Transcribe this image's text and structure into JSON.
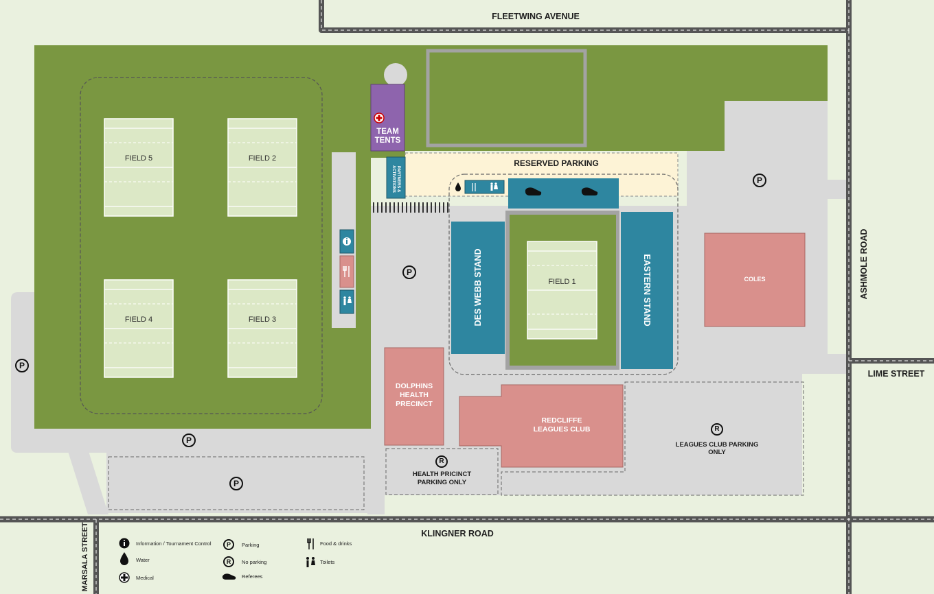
{
  "streets": {
    "north": "FLEETWING AVENUE",
    "east": "ASHMOLE ROAD",
    "lime": "LIME STREET",
    "south": "KLINGNER ROAD",
    "west": "MARSALA STREET"
  },
  "fields": {
    "f1": "FIELD 1",
    "f2": "FIELD 2",
    "f3": "FIELD 3",
    "f4": "FIELD 4",
    "f5": "FIELD 5"
  },
  "areas": {
    "team_tents": "TEAM TENTS",
    "partners": "PARTNERS & ACTIVATIONS",
    "reserved_parking": "RESERVED PARKING",
    "des_webb": "DES WEBB STAND",
    "eastern": "EASTERN STAND",
    "coles": "COLES",
    "dolphins_1": "DOLPHINS",
    "dolphins_2": "HEALTH",
    "dolphins_3": "PRECINCT",
    "leagues_1": "REDCLIFFE",
    "leagues_2": "LEAGUES CLUB",
    "health_parking_1": "HEALTH PRICINCT",
    "health_parking_2": "PARKING ONLY",
    "leagues_parking_1": "LEAGUES CLUB PARKING",
    "leagues_parking_2": "ONLY"
  },
  "marks": {
    "parking": "P",
    "no_parking": "R"
  },
  "legend": {
    "info": "Information / Tournament Control",
    "water": "Water",
    "medical": "Medical",
    "parking": "Parking",
    "no_parking": "No parking",
    "referees": "Referees",
    "food": "Food & drinks",
    "toilets": "Toilets"
  },
  "colors": {
    "grass": "#7a9741",
    "field": "#dce8c6",
    "road_area": "#d9d9d9",
    "blue": "#2e86a0",
    "pink": "#d9908c",
    "purple": "#8e64ad",
    "reserved": "#fdf3d6",
    "background": "#eaf1df"
  }
}
